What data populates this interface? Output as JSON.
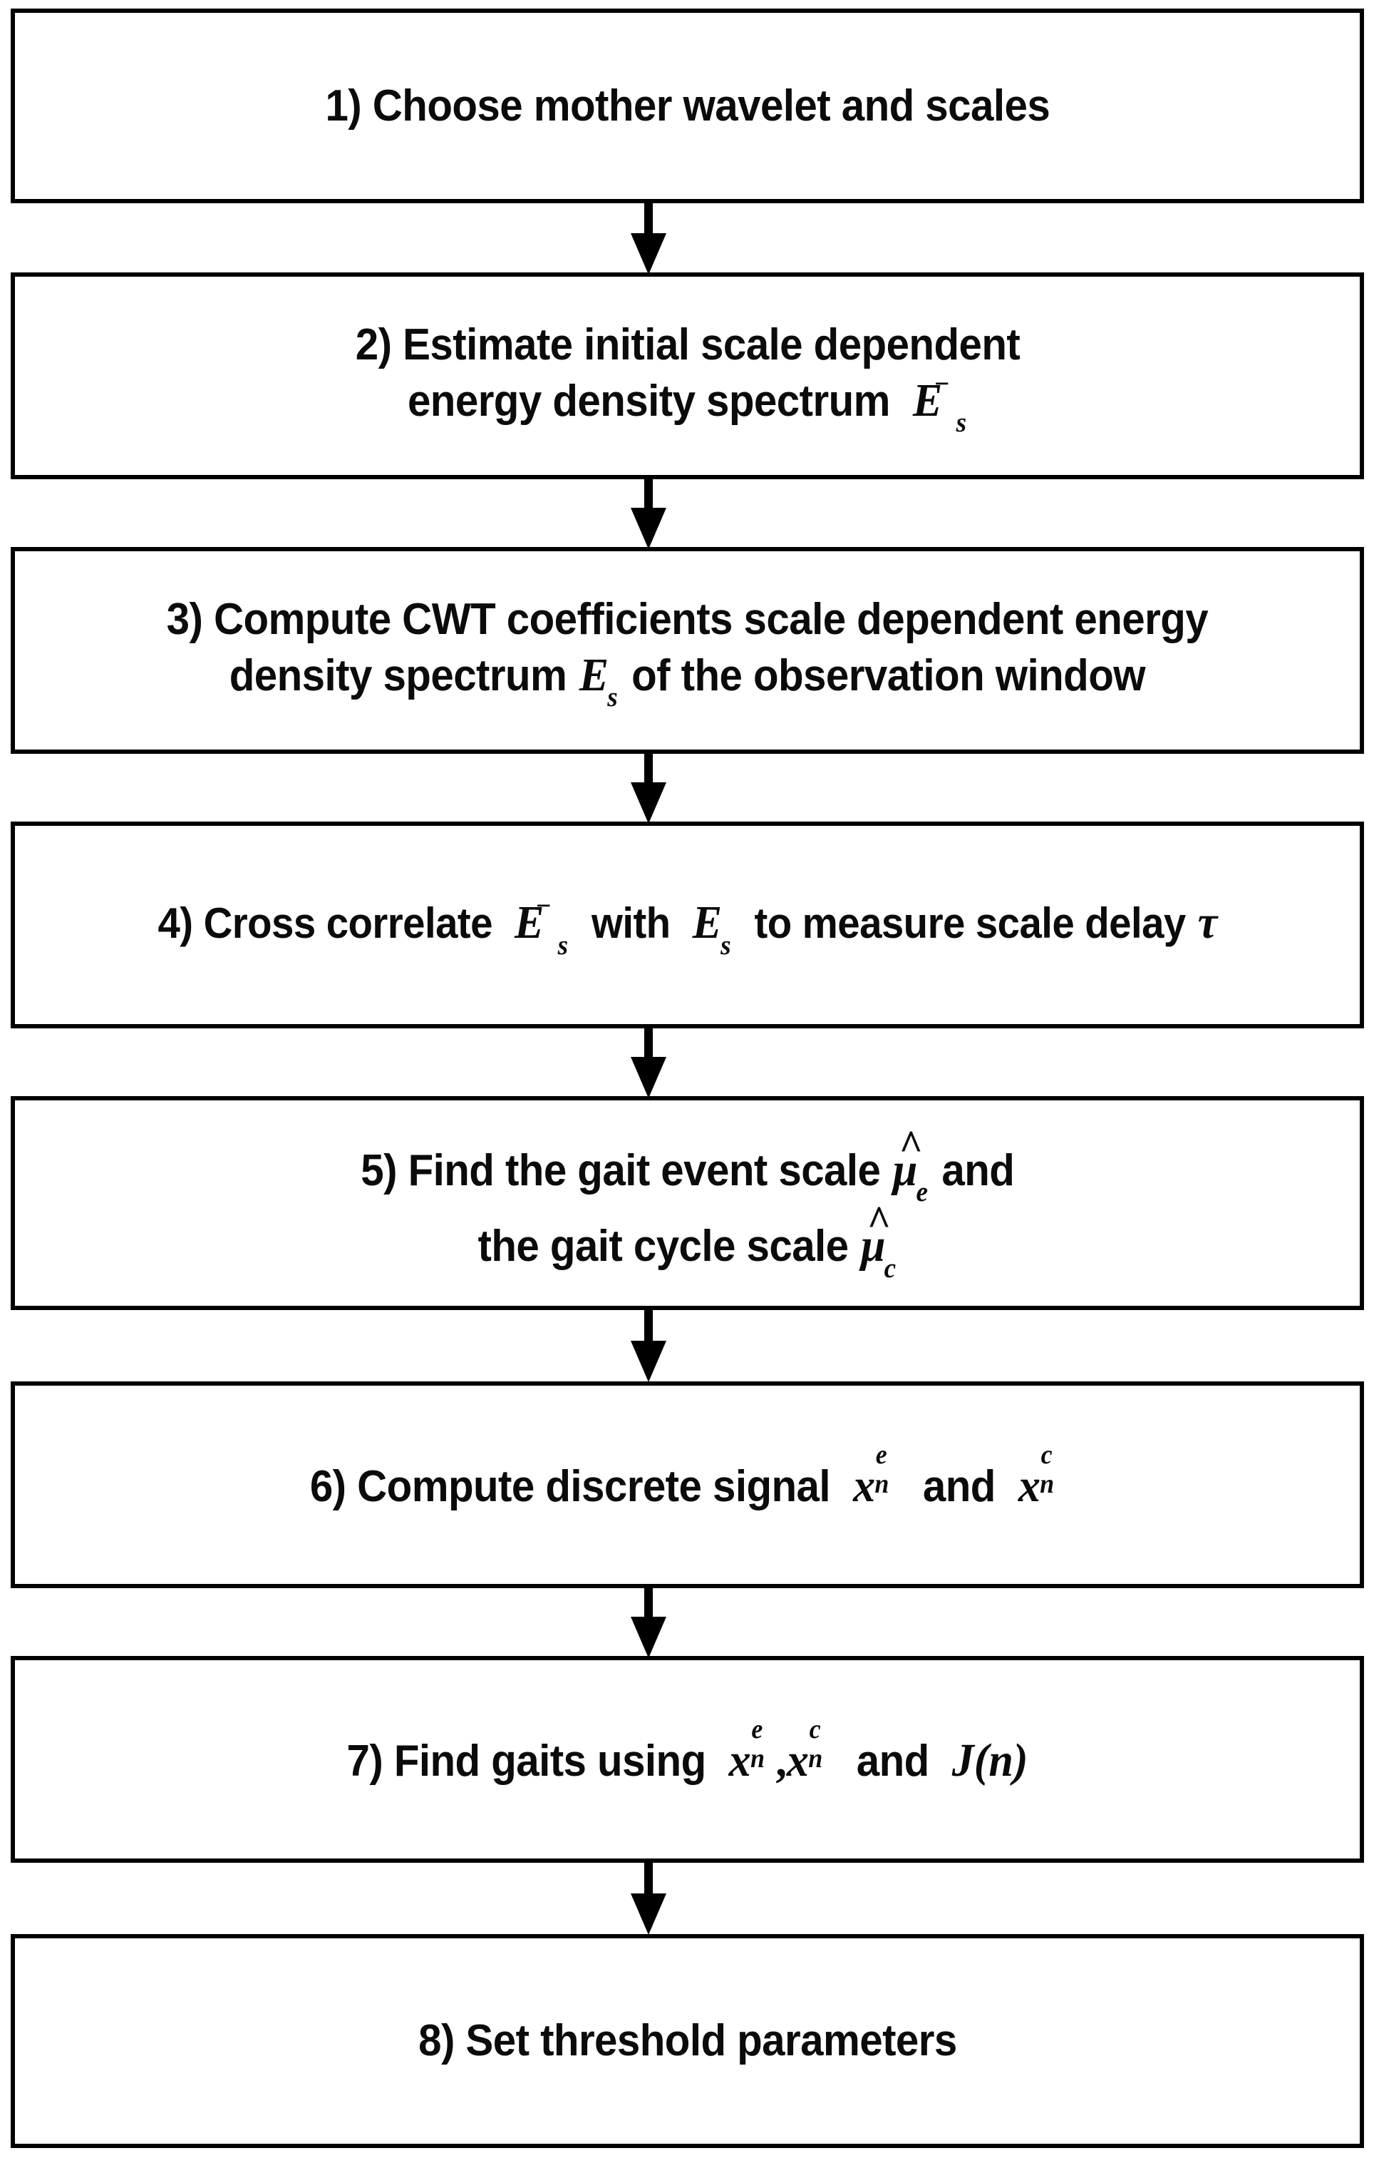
{
  "diagram": {
    "type": "flowchart",
    "orientation": "vertical",
    "title": "",
    "node_count": 8,
    "connector_count": 7,
    "colors": {
      "box_border": "#000000",
      "box_fill": "#ffffff",
      "text": "#0b0b0b",
      "arrow": "#000000",
      "background": "#ffffff"
    },
    "steps": [
      {
        "index": "1",
        "number_label": "1)",
        "plain_text": "1) Choose mother wavelet and scales",
        "lines": [
          {
            "text": "1) Choose mother wavelet and scales"
          }
        ]
      },
      {
        "index": "2",
        "number_label": "2)",
        "plain_text": "2) Estimate initial scale dependent energy density spectrum E_s^-",
        "lines": [
          {
            "text": "2) Estimate initial scale dependent"
          },
          {
            "text": "energy density spectrum",
            "math": "E_s^-"
          }
        ]
      },
      {
        "index": "3",
        "number_label": "3)",
        "plain_text": "3) Compute CWT coefficients scale dependent energy density spectrum E_s of the observation window",
        "lines": [
          {
            "text": "3) Compute CWT coefficients scale dependent energy"
          },
          {
            "text": "density spectrum E_s of the observation window"
          }
        ]
      },
      {
        "index": "4",
        "number_label": "4)",
        "plain_text": "4) Cross correlate E_s^- with E_s to measure scale delay τ",
        "lines": [
          {
            "text": "4) Cross correlate E_s^- with E_s to measure scale delay τ"
          }
        ]
      },
      {
        "index": "5",
        "number_label": "5)",
        "plain_text": "5) Find the gait event scale μ̂_e and the gait cycle scale μ̂_c",
        "lines": [
          {
            "text": "5) Find the gait event scale μ̂_e and"
          },
          {
            "text": "the gait cycle scale μ̂_c"
          }
        ]
      },
      {
        "index": "6",
        "number_label": "6)",
        "plain_text": "6) Compute discrete signal x_n^e and x_n^c",
        "lines": [
          {
            "text": "6) Compute discrete signal x_n^e and x_n^c"
          }
        ]
      },
      {
        "index": "7",
        "number_label": "7)",
        "plain_text": "7) Find gaits using x_n^e, x_n^c and J(n)",
        "lines": [
          {
            "text": "7) Find gaits using x_n^e,x_n^c and J(n)"
          }
        ]
      },
      {
        "index": "8",
        "number_label": "8)",
        "plain_text": "8) Set threshold parameters",
        "lines": [
          {
            "text": "8) Set threshold parameters"
          }
        ]
      }
    ],
    "symbols": {
      "E": "E",
      "s": "s",
      "minus": "−",
      "x": "x",
      "n": "n",
      "e": "e",
      "c": "c",
      "tau": "τ",
      "mu": "μ",
      "hat": "^",
      "J": "J",
      "paren_open": "(",
      "paren_close": ")",
      "comma": ","
    },
    "step1": {
      "line1": "1) Choose mother wavelet and scales"
    },
    "step2": {
      "line1": "2) Estimate initial scale dependent",
      "line2_pre": "energy density spectrum"
    },
    "step3": {
      "line1": "3) Compute CWT coefficients scale dependent energy",
      "line2_pre": "density spectrum",
      "line2_post": "of the observation window"
    },
    "step4": {
      "pre": "4) Cross correlate",
      "mid": "with",
      "post": "to measure scale delay"
    },
    "step5": {
      "line1_pre": "5) Find the gait event scale",
      "line1_post": "and",
      "line2_pre": "the gait cycle scale"
    },
    "step6": {
      "pre": "6) Compute discrete signal",
      "mid": "and"
    },
    "step7": {
      "pre": "7) Find gaits using",
      "mid": "and"
    },
    "step8": {
      "line1": "8) Set threshold parameters"
    }
  }
}
